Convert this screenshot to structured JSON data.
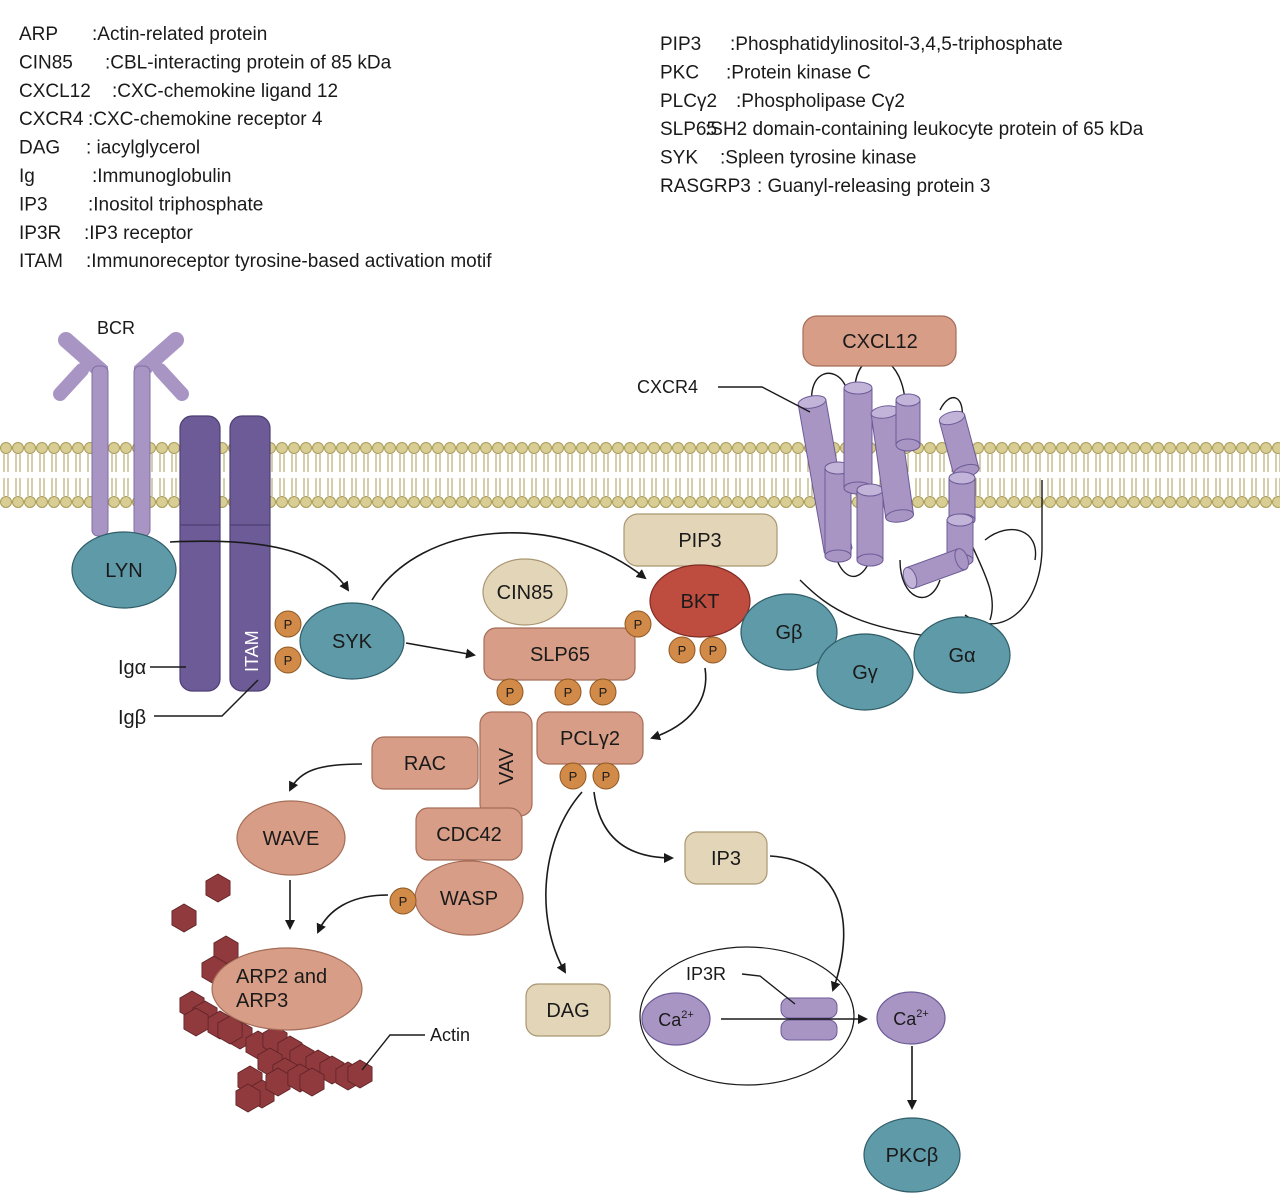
{
  "legend_left": [
    {
      "abbr": "ARP",
      "desc": ":Actin-related protein"
    },
    {
      "abbr": "CIN85",
      "desc": ":CBL-interacting protein of 85 kDa"
    },
    {
      "abbr": "CXCL12",
      "desc": ":CXC-chemokine ligand 12"
    },
    {
      "abbr": "CXCR4",
      "desc": ":CXC-chemokine receptor 4"
    },
    {
      "abbr": "DAG",
      "desc": ": iacylglycerol"
    },
    {
      "abbr": "Ig",
      "desc": ":Immunoglobulin"
    },
    {
      "abbr": "IP3",
      "desc": ":Inositol triphosphate"
    },
    {
      "abbr": "IP3R",
      "desc": ":IP3 receptor"
    },
    {
      "abbr": "ITAM",
      "desc": ":Immunoreceptor tyrosine-based activation motif"
    }
  ],
  "legend_right": [
    {
      "abbr": "PIP3",
      "desc": ":Phosphatidylinositol-3,4,5-triphosphate"
    },
    {
      "abbr": "PKC",
      "desc": ":Protein kinase C"
    },
    {
      "abbr": "PLCγ2",
      "desc": ":Phospholipase Cγ2"
    },
    {
      "abbr": "SLP65",
      "desc": ":SH2 domain-containing leukocyte protein of 65 kDa"
    },
    {
      "abbr": "SYK",
      "desc": ":Spleen tyrosine kinase"
    },
    {
      "abbr": "RASGRP3",
      "desc": ": Guanyl-releasing protein 3"
    }
  ],
  "labels": {
    "bcr": "BCR",
    "lyn": "LYN",
    "itam": "ITAM",
    "ig_alpha": "Igα",
    "ig_beta": "Igβ",
    "syk": "SYK",
    "cin85": "CIN85",
    "slp65": "SLP65",
    "pip3": "PIP3",
    "bkt": "BKT",
    "cxcl12": "CXCL12",
    "cxcr4": "CXCR4",
    "g_beta": "Gβ",
    "g_gamma": "Gγ",
    "g_alpha": "Gα",
    "vav": "VAV",
    "rac": "RAC",
    "pclg2": "PCLγ2",
    "cdc42": "CDC42",
    "wave": "WAVE",
    "wasp": "WASP",
    "arp": "ARP2 and\nARP3",
    "actin": "Actin",
    "dag": "DAG",
    "ip3": "IP3",
    "ip3r": "IP3R",
    "ca_ion": "Ca",
    "ca_charge": "2+",
    "pkcb": "PKCβ",
    "phospho": "P"
  },
  "colors": {
    "membrane_head": "#d8cd92",
    "membrane_head_stroke": "#a99c58",
    "dark_purple": "#6c5b97",
    "light_purple": "#a895c4",
    "teal": "#5f9aa8",
    "salmon": "#d79d86",
    "tan": "#e3d6b8",
    "red_bkt": "#be4d40",
    "orange_p": "#d18a47",
    "actin": "#903a3e"
  }
}
